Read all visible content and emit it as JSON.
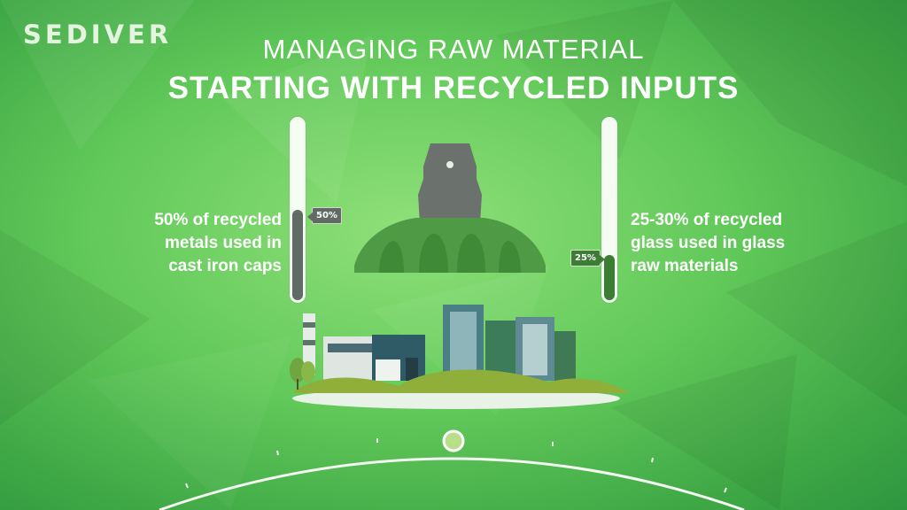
{
  "brand": {
    "logo": "SEDIVER"
  },
  "header": {
    "title": "MANAGING RAW MATERIAL",
    "subtitle": "STARTING WITH RECYCLED INPUTS"
  },
  "stats": {
    "left": {
      "lines": [
        "50% of recycled",
        "metals used in",
        "cast iron caps"
      ],
      "tag": "50%",
      "fill_fraction": 0.5,
      "color": "#5f6b64"
    },
    "right": {
      "lines": [
        "25-30% of recycled",
        "glass used in glass",
        "raw materials"
      ],
      "tag": "25%",
      "fill_fraction": 0.25,
      "color": "#3c7c35"
    }
  },
  "timeline": {
    "active_step_index": 4
  },
  "colors": {
    "background": "#62c95a",
    "cap_metal": "#6b726d",
    "glass_shell": "#4f9b45",
    "timeline_marker": "#b7df8a"
  },
  "icons": [
    "insulator-illustration",
    "factory-illustration",
    "city-buildings-illustration",
    "tree-icon"
  ]
}
